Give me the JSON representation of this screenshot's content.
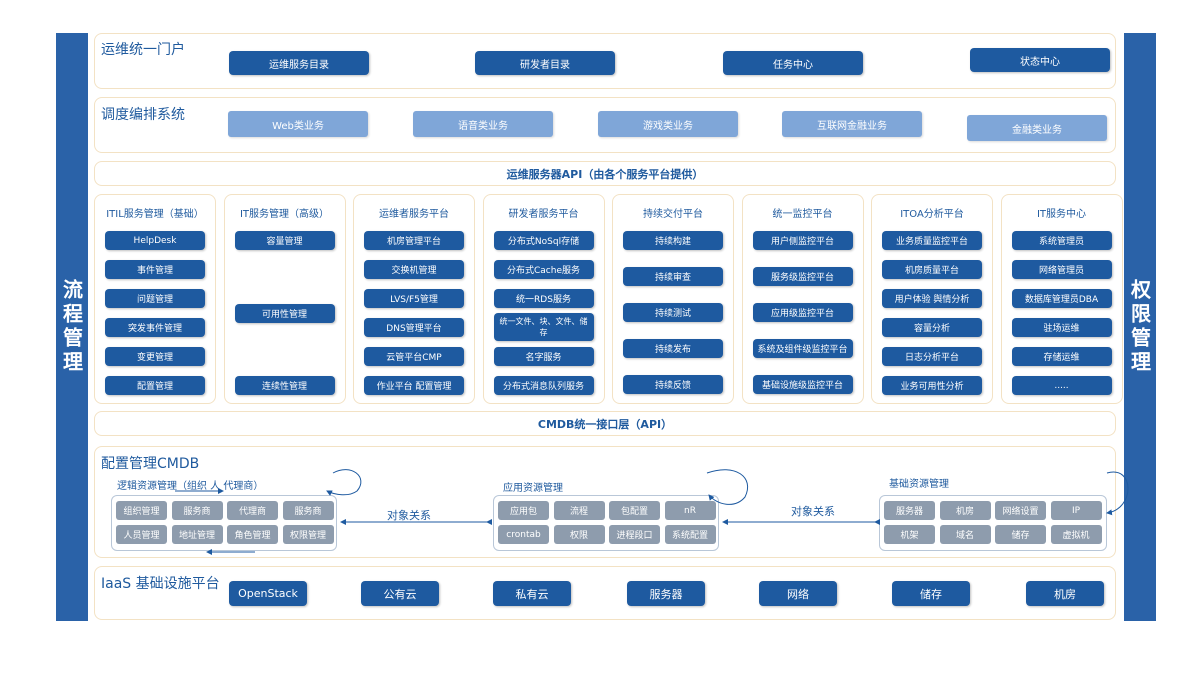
{
  "left_bar": {
    "label": "流程管理"
  },
  "right_bar": {
    "label": "权限管理"
  },
  "portal": {
    "title": "运维统一门户",
    "buttons": [
      "运维服务目录",
      "研发者目录",
      "任务中心",
      "状态中心"
    ]
  },
  "scheduling": {
    "title": "调度编排系统",
    "buttons": [
      "Web类业务",
      "语音类业务",
      "游戏类业务",
      "互联网金融业务",
      "金融类业务"
    ]
  },
  "api_bar": {
    "label": "运维服务器API（由各个服务平台提供）"
  },
  "platforms": [
    {
      "title": "ITIL服务管理（基础）",
      "items": [
        "HelpDesk",
        "事件管理",
        "问题管理",
        "突发事件管理",
        "变更管理",
        "配置管理"
      ]
    },
    {
      "title": "IT服务管理（高级）",
      "items": [
        "容量管理",
        "可用性管理",
        "连续性管理"
      ]
    },
    {
      "title": "运维者服务平台",
      "items": [
        "机房管理平台",
        "交换机管理",
        "LVS/F5管理",
        "DNS管理平台",
        "云管平台CMP",
        "作业平台 配置管理"
      ]
    },
    {
      "title": "研发者服务平台",
      "items": [
        "分布式NoSql存储",
        "分布式Cache服务",
        "统一RDS服务",
        "统一文件、块、文件、储存",
        "名字服务",
        "分布式消息队列服务"
      ]
    },
    {
      "title": "持续交付平台",
      "items": [
        "持续构建",
        "持续审查",
        "持续测试",
        "持续发布",
        "持续反馈"
      ]
    },
    {
      "title": "统一监控平台",
      "items": [
        "用户侧监控平台",
        "服务级监控平台",
        "应用级监控平台",
        "系统及组件级监控平台",
        "基础设施级监控平台"
      ]
    },
    {
      "title": "ITOA分析平台",
      "items": [
        "业务质量监控平台",
        "机房质量平台",
        "用户体验 舆情分析",
        "容量分析",
        "日志分析平台",
        "业务可用性分析"
      ]
    },
    {
      "title": "IT服务中心",
      "items": [
        "系统管理员",
        "网络管理员",
        "数据库管理员DBA",
        "驻场运维",
        "存储运维",
        "....."
      ]
    }
  ],
  "cmdb_api": {
    "label": "CMDB统一接口层（API）"
  },
  "cmdb": {
    "title": "配置管理CMDB",
    "logic": {
      "title": "逻辑资源管理（组织 人 代理商）",
      "items": [
        "组织管理",
        "服务商",
        "代理商",
        "服务商",
        "人员管理",
        "地址管理",
        "角色管理",
        "权限管理"
      ]
    },
    "app": {
      "title": "应用资源管理",
      "items": [
        "应用包",
        "流程",
        "包配置",
        "nR",
        "crontab",
        "权限",
        "进程段口",
        "系统配置"
      ]
    },
    "infra": {
      "title": "基础资源管理",
      "items": [
        "服务器",
        "机房",
        "网络设置",
        "IP",
        "机架",
        "域名",
        "储存",
        "虚拟机"
      ]
    },
    "relation_left": "对象关系",
    "relation_right": "对象关系"
  },
  "iaas": {
    "title": "IaaS 基础设施平台",
    "buttons": [
      "OpenStack",
      "公有云",
      "私有云",
      "服务器",
      "网络",
      "储存",
      "机房"
    ]
  }
}
